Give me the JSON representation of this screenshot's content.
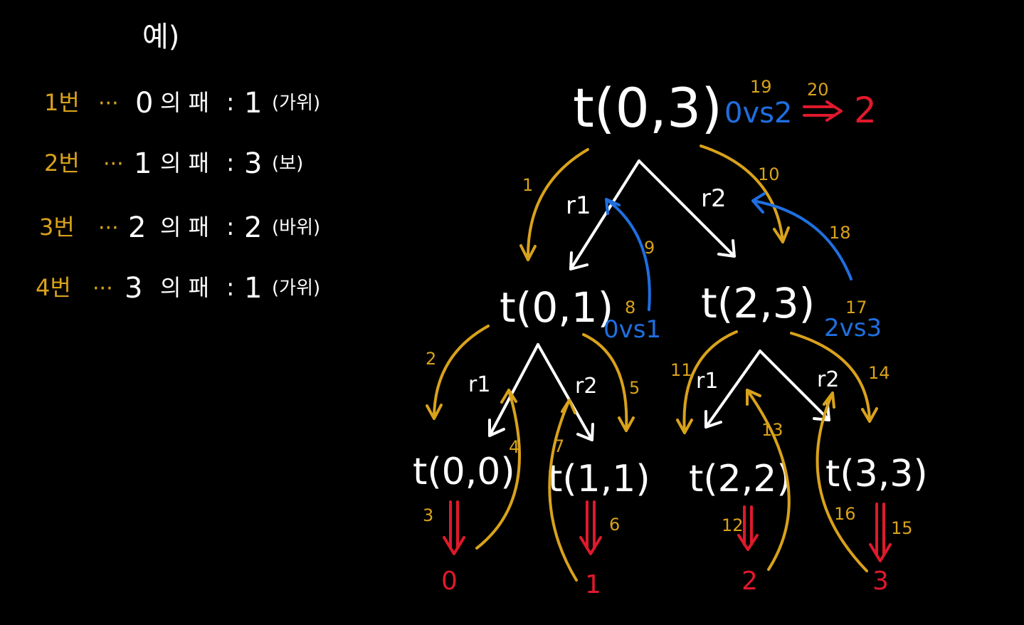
{
  "title": "예)",
  "colors": {
    "background": "#000000",
    "white": "#ffffff",
    "orange": "#d9a21b",
    "blue": "#1f6fe0",
    "red": "#e0192c"
  },
  "legend": [
    {
      "num": "1번",
      "player": "0",
      "hand_label": "의 패",
      "hand_value": "1",
      "hand_name": "(가위)"
    },
    {
      "num": "2번",
      "player": "1",
      "hand_label": "의 패",
      "hand_value": "3",
      "hand_name": "(보)"
    },
    {
      "num": "3번",
      "player": "2",
      "hand_label": "의 패",
      "hand_value": "2",
      "hand_name": "(바위)"
    },
    {
      "num": "4번",
      "player": "3",
      "hand_label": "의 패",
      "hand_value": "1",
      "hand_name": "(가위)"
    }
  ],
  "legend_dots": "···",
  "legend_colon": ":",
  "tree": {
    "nodes": {
      "root": "t(0,3)",
      "left": "t(0,1)",
      "right": "t(2,3)",
      "ll": "t(0,0)",
      "lr": "t(1,1)",
      "rl": "t(2,2)",
      "rr": "t(3,3)"
    },
    "edge_labels": {
      "r1": "r1",
      "r2": "r2"
    },
    "results": {
      "ll": "0",
      "lr": "1",
      "rl": "2",
      "rr": "3",
      "root": "2"
    },
    "matches": {
      "left": "0vs1",
      "right": "2vs3",
      "root": "0vs2"
    },
    "steps": {
      "s1": "1",
      "s2": "2",
      "s3": "3",
      "s4": "4",
      "s5": "5",
      "s6": "6",
      "s7": "7",
      "s8": "8",
      "s9": "9",
      "s10": "10",
      "s11": "11",
      "s12": "12",
      "s13": "13",
      "s14": "14",
      "s15": "15",
      "s16": "16",
      "s17": "17",
      "s18": "18",
      "s19": "19",
      "s20": "20"
    }
  }
}
